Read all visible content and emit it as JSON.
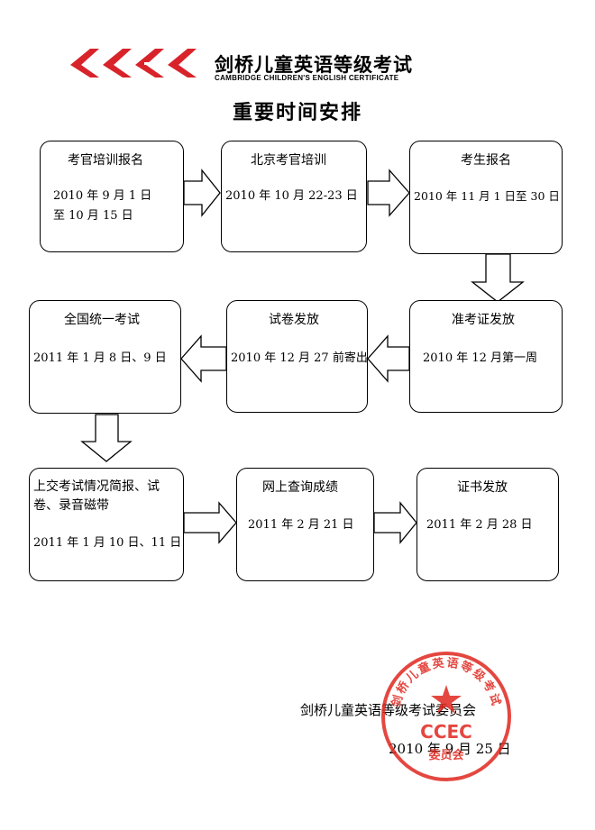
{
  "header": {
    "logo_letters": "CCEC",
    "org_name_cn": "剑桥儿童英语等级考试",
    "org_name_en": "CAMBRIDGE CHILDREN'S ENGLISH CERTIFICATE",
    "brand_color": "#d8232a"
  },
  "page_title": "重要时间安排",
  "steps": [
    {
      "title": "考官培训报名",
      "date_lines": [
        "2010 年 9 月 1 日",
        "至 10 月 15 日"
      ]
    },
    {
      "title": "北京考官培训",
      "date_lines": [
        "2010 年 10 月 22-23 日"
      ]
    },
    {
      "title": "考生报名",
      "date_lines": [
        "2010 年 11 月 1 日至 30 日"
      ]
    },
    {
      "title": "准考证发放",
      "date_lines": [
        "2010 年 12 月第一周"
      ]
    },
    {
      "title": "试卷发放",
      "date_lines": [
        "2010 年 12 月 27 前寄出"
      ]
    },
    {
      "title": "全国统一考试",
      "date_lines": [
        "2011 年 1 月 8 日、9 日"
      ]
    },
    {
      "title_lines": [
        "上交考试情况简报、试",
        "卷、录音磁带"
      ],
      "date_lines": [
        "2011 年 1 月 10 日、11 日"
      ]
    },
    {
      "title": "网上查询成绩",
      "date_lines": [
        "2011 年 2 月 21 日"
      ]
    },
    {
      "title": "证书发放",
      "date_lines": [
        "2011 年 2 月 28 日"
      ]
    }
  ],
  "footer": {
    "signature": "剑桥儿童英语等级考试委员会",
    "date": "2010 年 9 月 25 日"
  },
  "seal": {
    "ring_text": "剑桥儿童英语等级考试",
    "center_text": "CCEC",
    "bottom_text": "委员会",
    "color": "#e0281f"
  }
}
